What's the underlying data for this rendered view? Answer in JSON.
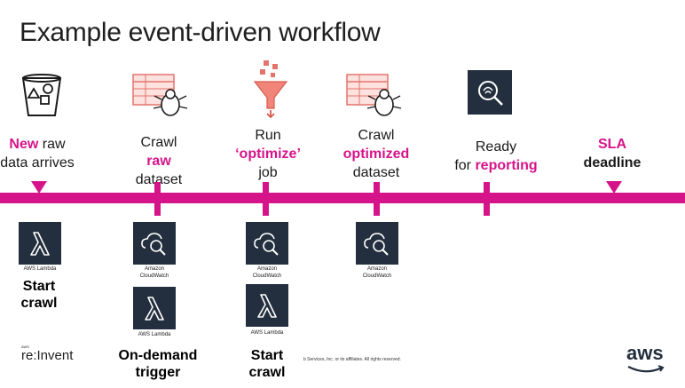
{
  "title": "Example event-driven workflow",
  "stages": [
    {
      "id": "new-raw",
      "parts": [
        {
          "t": "New",
          "hl": true
        },
        {
          "t": " raw",
          "hl": false
        },
        {
          "t": "data arrives",
          "hl": false,
          "br": true
        }
      ]
    },
    {
      "id": "crawl-raw",
      "parts": [
        {
          "t": "Crawl",
          "hl": false
        },
        {
          "t": "raw",
          "hl": true,
          "br": true
        },
        {
          "t": "dataset",
          "hl": false,
          "br": true
        }
      ]
    },
    {
      "id": "run-optimize",
      "parts": [
        {
          "t": "Run",
          "hl": false
        },
        {
          "t": "‘optimize’",
          "hl": true,
          "br": true
        },
        {
          "t": "job",
          "hl": false,
          "br": true
        }
      ]
    },
    {
      "id": "crawl-optimized",
      "parts": [
        {
          "t": "Crawl",
          "hl": false
        },
        {
          "t": "optimized",
          "hl": true,
          "br": true
        },
        {
          "t": "dataset",
          "hl": false,
          "br": true
        }
      ]
    },
    {
      "id": "ready-reporting",
      "parts": [
        {
          "t": "Ready",
          "hl": false
        },
        {
          "t": "for ",
          "hl": false,
          "br": true
        },
        {
          "t": "reporting",
          "hl": true
        }
      ]
    },
    {
      "id": "sla-deadline",
      "parts": [
        {
          "t": "SLA",
          "hl": true
        },
        {
          "t": "deadline",
          "hl": false,
          "bold": true,
          "br": true
        }
      ]
    }
  ],
  "services": {
    "lambda": "AWS Lambda",
    "cloudwatch_1": "Amazon",
    "cloudwatch_2": "CloudWatch"
  },
  "actions": {
    "start_crawl_1": "Start",
    "start_crawl_2": "crawl",
    "on_demand_1": "On-demand",
    "on_demand_2": "trigger",
    "start_crawl_b1": "Start",
    "start_crawl_b2": "crawl"
  },
  "footer": {
    "copyright": "b Services, Inc. or its affiliates. All rights reserved.",
    "reinvent_small": "AWS",
    "reinvent": "re:Invent",
    "aws": "aws"
  },
  "colors": {
    "accent": "#d6148a",
    "service_bg": "#232f3e",
    "icon_fill": "#f5a9a0"
  }
}
